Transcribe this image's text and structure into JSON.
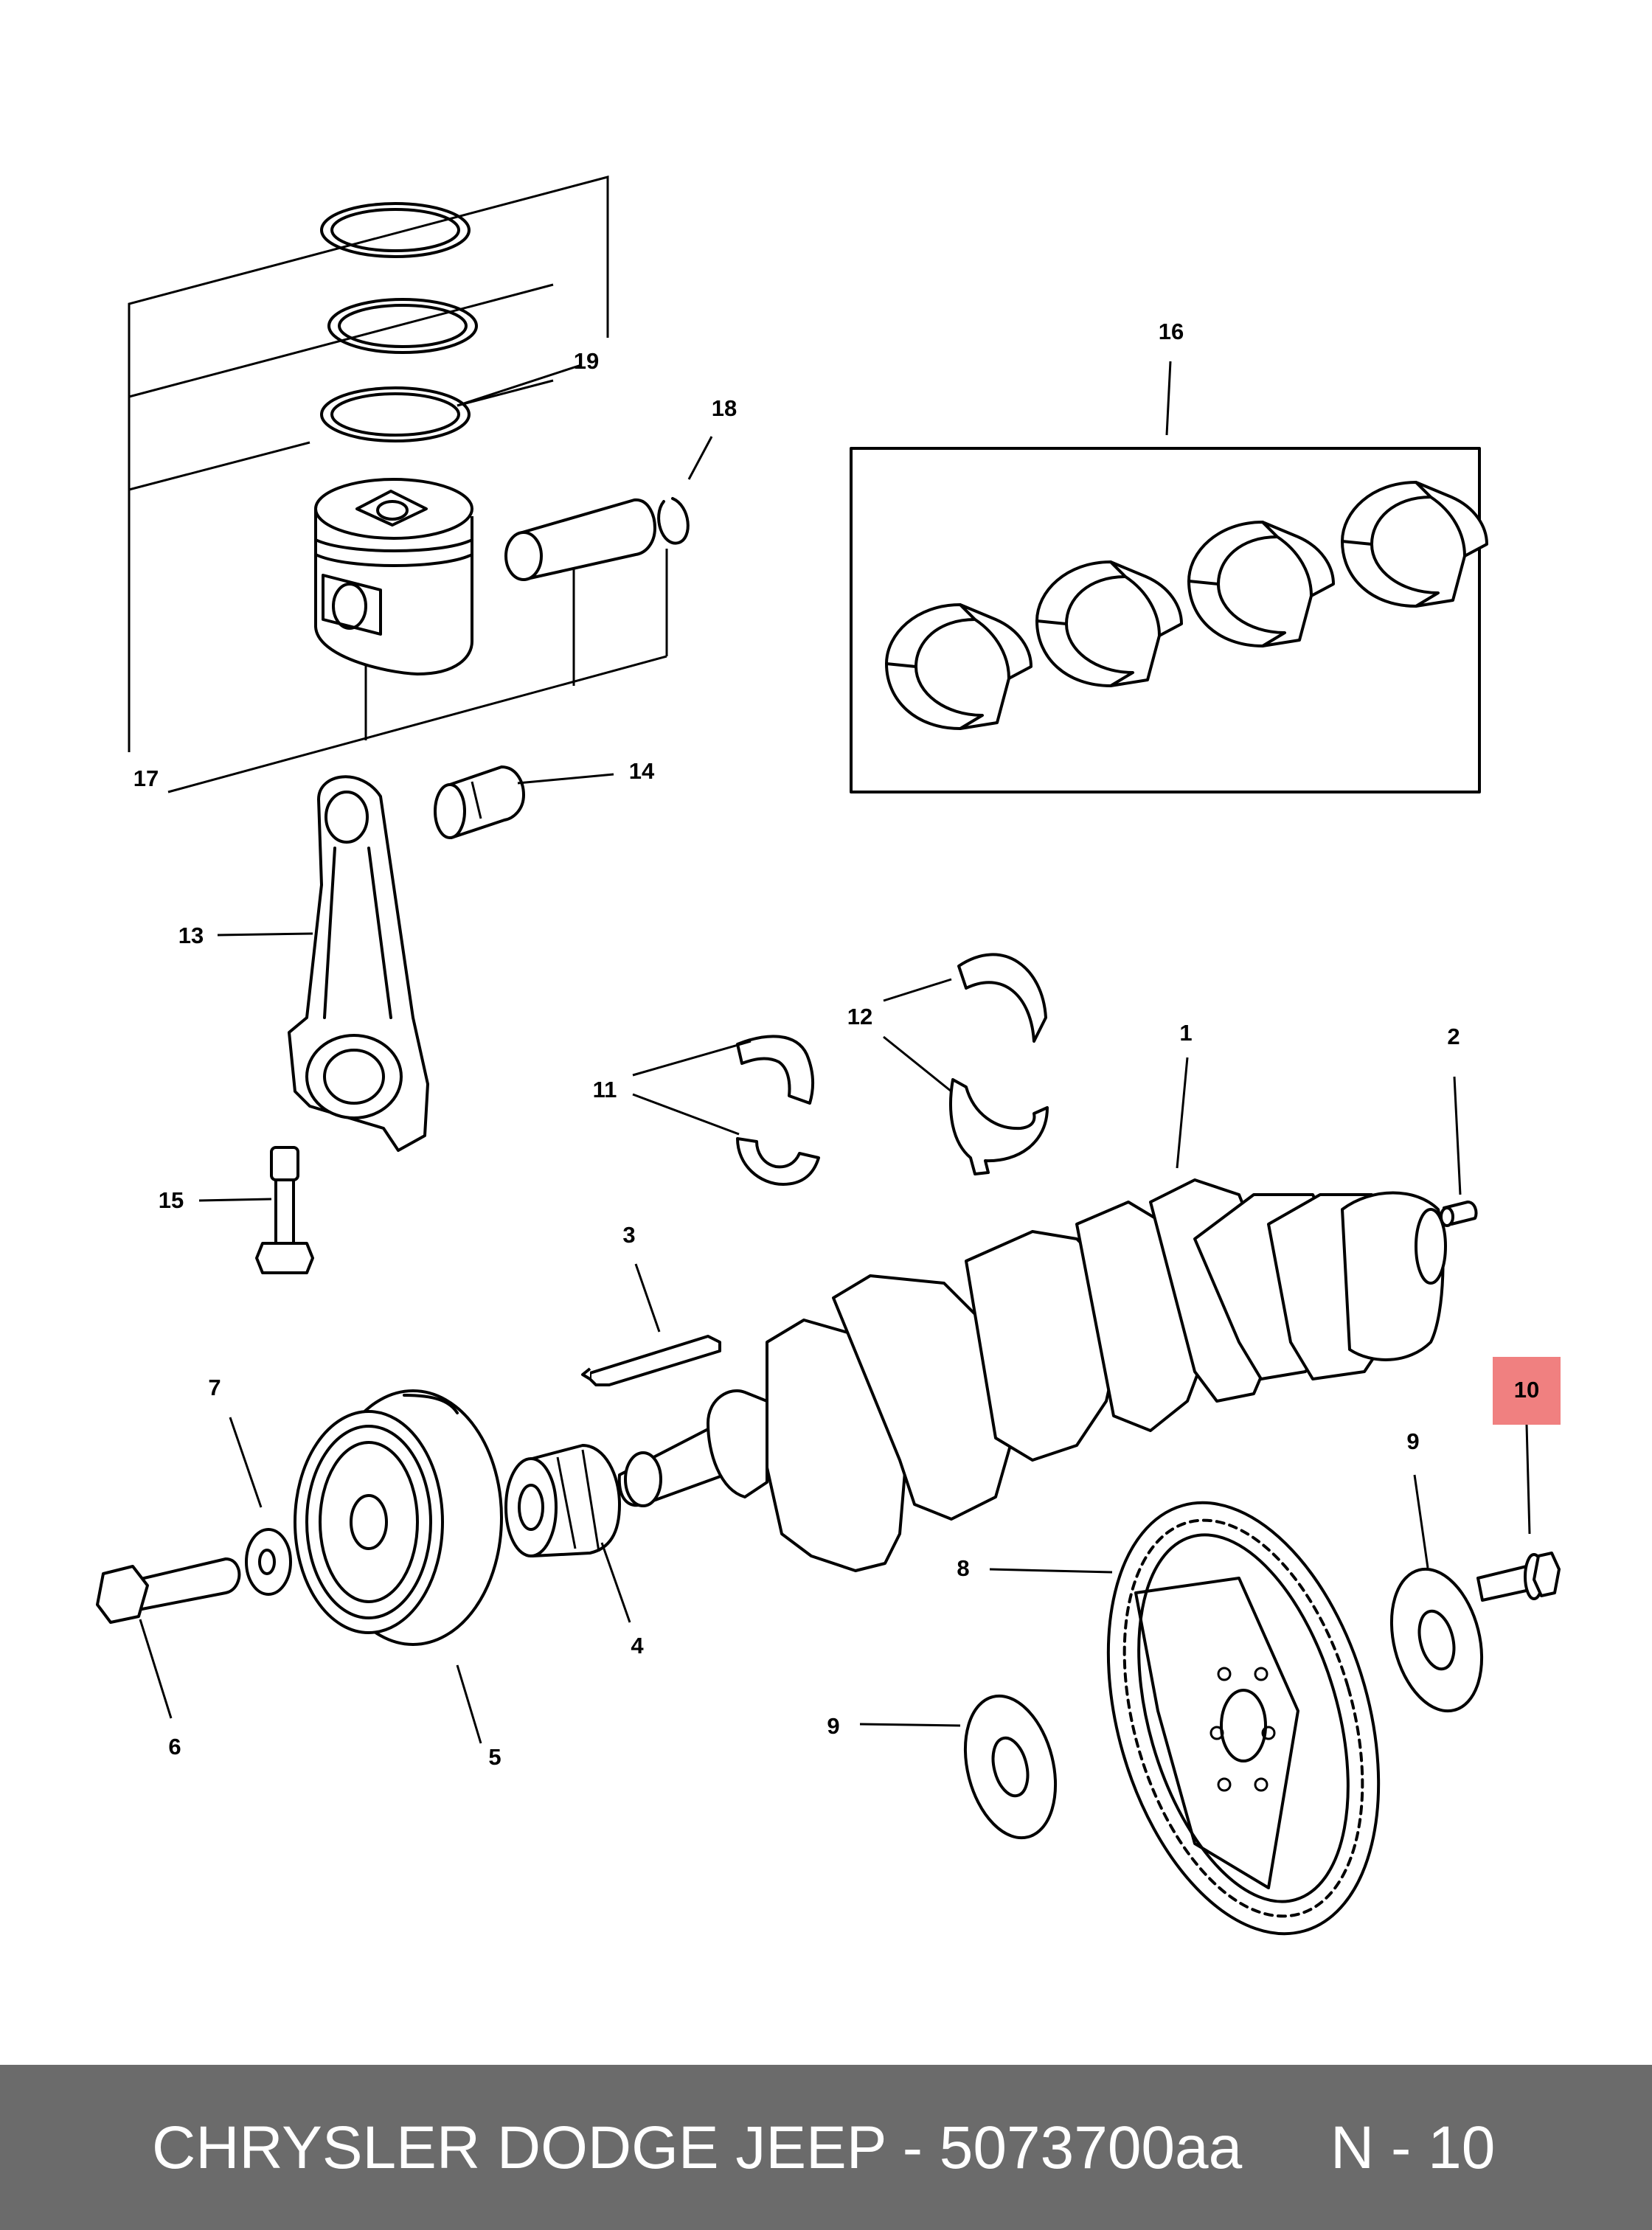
{
  "diagram": {
    "callouts": [
      {
        "id": "1",
        "label": "1"
      },
      {
        "id": "2",
        "label": "2"
      },
      {
        "id": "3",
        "label": "3"
      },
      {
        "id": "4",
        "label": "4"
      },
      {
        "id": "5",
        "label": "5"
      },
      {
        "id": "6",
        "label": "6"
      },
      {
        "id": "7",
        "label": "7"
      },
      {
        "id": "8",
        "label": "8"
      },
      {
        "id": "9a",
        "label": "9"
      },
      {
        "id": "9b",
        "label": "9"
      },
      {
        "id": "10",
        "label": "10",
        "highlighted": true
      },
      {
        "id": "11",
        "label": "11"
      },
      {
        "id": "12",
        "label": "12"
      },
      {
        "id": "13",
        "label": "13"
      },
      {
        "id": "14",
        "label": "14"
      },
      {
        "id": "15",
        "label": "15"
      },
      {
        "id": "16",
        "label": "16"
      },
      {
        "id": "17",
        "label": "17"
      },
      {
        "id": "18",
        "label": "18"
      },
      {
        "id": "19",
        "label": "19"
      }
    ],
    "highlight_color": "#f08080"
  },
  "footer": {
    "brand_part": "CHRYSLER DODGE JEEP - 5073700aa",
    "page_ref": "N - 10",
    "background": "#6b6b6b",
    "text_color": "#ffffff"
  }
}
